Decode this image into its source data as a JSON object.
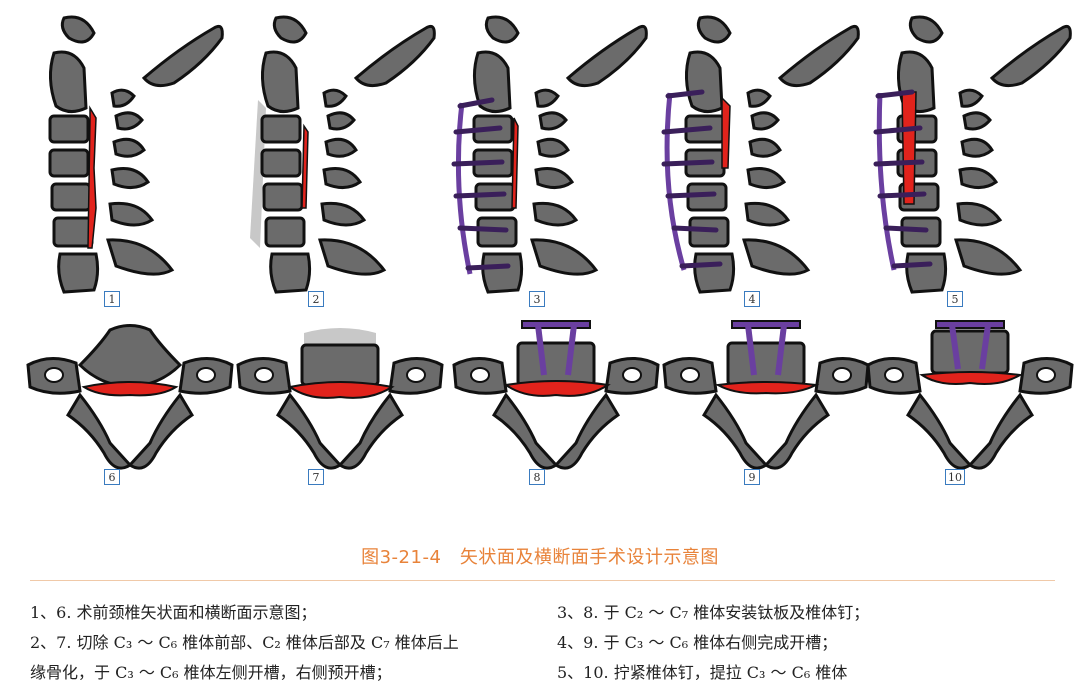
{
  "panels": {
    "p1": "1",
    "p2": "2",
    "p3": "3",
    "p4": "4",
    "p5": "5",
    "p6": "6",
    "p7": "7",
    "p8": "8",
    "p9": "9",
    "p10": "10"
  },
  "caption": "图3-21-4　矢状面及横断面手术设计示意图",
  "legend_left": [
    "1、6. 术前颈椎矢状面和横断面示意图；",
    "2、7. 切除 C₃ ～ C₆ 椎体前部、C₂ 椎体后部及 C₇ 椎体后上",
    "缘骨化，于 C₃ ～ C₆ 椎体左侧开槽，右侧预开槽；"
  ],
  "legend_right": [
    "3、8. 于 C₂ ～ C₇ 椎体安装钛板及椎体钉；",
    "4、9. 于 C₃ ～ C₆ 椎体右侧完成开槽；",
    "5、10. 拧紧椎体钉，提拉 C₃ ～ C₆ 椎体"
  ],
  "colors": {
    "bone": "#6b6b6b",
    "outline": "#111111",
    "lesion": "#e1231c",
    "implant": "#6a3fa0",
    "caption": "#e8833a",
    "label_border": "#3a7bbf"
  }
}
